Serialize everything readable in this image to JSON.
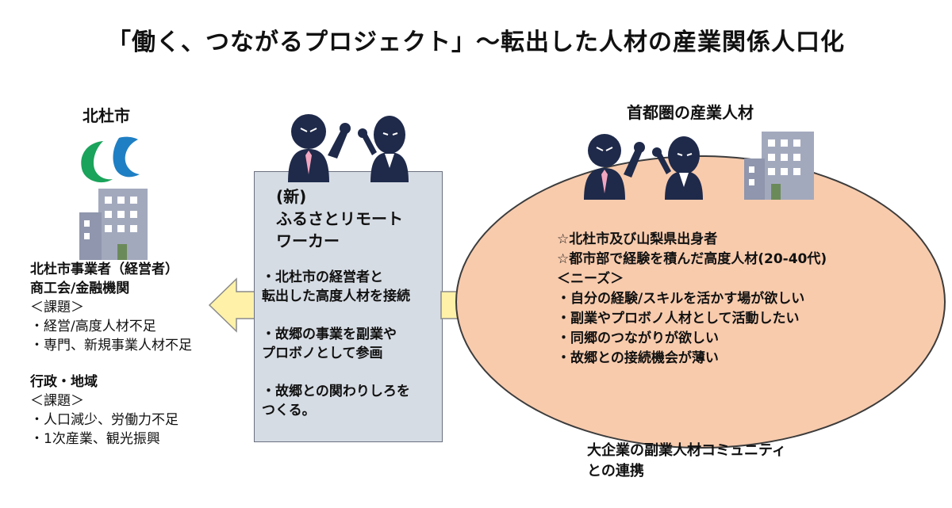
{
  "title": "「働く、つながるプロジェクト」～転出した人材の産業関係人口化",
  "left": {
    "city_name": "北杜市",
    "lines": [
      {
        "text": "北杜市事業者（経営者）",
        "bold": true
      },
      {
        "text": "商工会/金融機関",
        "bold": true
      },
      {
        "text": "＜課題＞",
        "bold": false
      },
      {
        "text": "・経営/高度人材不足",
        "bold": false
      },
      {
        "text": "・専門、新規事業人材不足",
        "bold": false
      },
      {
        "text": "",
        "bold": false
      },
      {
        "text": "行政・地域",
        "bold": true
      },
      {
        "text": "＜課題＞",
        "bold": false
      },
      {
        "text": "・人口減少、労働力不足",
        "bold": false
      },
      {
        "text": "・1次産業、観光振興",
        "bold": false
      }
    ]
  },
  "center": {
    "title_lines": [
      "(新)",
      "ふるさとリモート",
      "ワーカー"
    ],
    "body_lines": [
      "・北杜市の経営者と",
      "転出した高度人材を接続",
      "",
      "・故郷の事業を副業や",
      "プロボノとして参画",
      "",
      "・故郷との関わりしろを",
      "つくる。"
    ]
  },
  "right": {
    "heading": "首都圏の産業人材",
    "lines": [
      "☆北杜市及び山梨県出身者",
      "☆都市部で経験を積んだ高度人材(20-40代)",
      "＜ニーズ＞",
      "・自分の経験/スキルを活かす場が欲しい",
      "・副業やプロボノ人材として活動したい",
      "・同郷のつながりが欲しい",
      "・故郷との接続機会が薄い"
    ],
    "bottom_lines": [
      "大企業の副業人材コミュニティ",
      "との連携"
    ]
  },
  "colors": {
    "center_box": "#d6dce4",
    "ellipse": "#f8cbad",
    "arrow": "#fff2a8",
    "person": "#1f2a4a",
    "building": "#a3a9bd",
    "logo_green": "#1aa35a",
    "logo_blue": "#1f7fc4"
  }
}
